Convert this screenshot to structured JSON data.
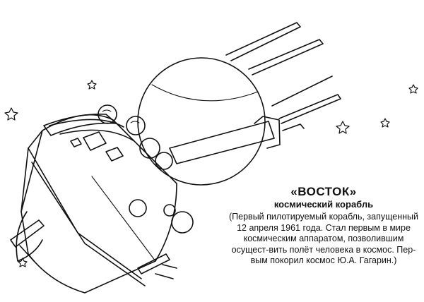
{
  "caption": {
    "title": "«ВОСТОК»",
    "subtitle": "космический корабль",
    "description": "(Первый пилотируемый корабль, запущенный 12 апреля 1961 года. Стал первым в мире космическим аппаратом, позволившим осущест-вить полёт человека в космос. Пер-вым покорил космос Ю.А. Гагарин.)"
  },
  "colors": {
    "ink": "#111111",
    "paper": "#ffffff"
  },
  "icons": [
    "star-icon"
  ]
}
